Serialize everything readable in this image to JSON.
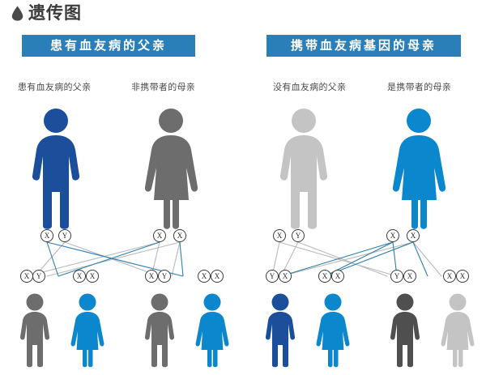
{
  "page": {
    "title": "遗传图",
    "drop_icon": "blood-drop-icon",
    "title_color": "#3b3b3b"
  },
  "colors": {
    "badge_blue": "#2a7fb8",
    "dark_blue": "#1b4f9c",
    "bright_blue": "#0b87ce",
    "mid_gray": "#6d6d6d",
    "dark_gray": "#4f4f4f",
    "light_gray": "#c4c4c4",
    "line_blue": "#2d7fae",
    "line_gray": "#b9b9b9",
    "circle_stroke": "#3a3a3a"
  },
  "panels": [
    {
      "id": "affected-father",
      "badge": "患有血友病的父亲",
      "parents": [
        {
          "id": "father",
          "caption": "患有血友病的父亲",
          "sex": "male",
          "color": "#1b4f9c",
          "status": "affected",
          "gametes": [
            {
              "label": "X",
              "type": "affected"
            },
            {
              "label": "Y",
              "type": "normal"
            }
          ]
        },
        {
          "id": "mother",
          "caption": "非携带者的母亲",
          "sex": "female",
          "color": "#6d6d6d",
          "status": "normal",
          "gametes": [
            {
              "label": "X",
              "type": "normal"
            },
            {
              "label": "X",
              "type": "normal"
            }
          ]
        }
      ],
      "children": [
        {
          "id": "child-1",
          "sex": "male",
          "color": "#6d6d6d",
          "status": "normal",
          "genotype": [
            "X",
            "Y"
          ]
        },
        {
          "id": "child-2",
          "sex": "female",
          "color": "#0b87ce",
          "status": "carrier",
          "genotype": [
            "X",
            "X"
          ]
        },
        {
          "id": "child-3",
          "sex": "male",
          "color": "#6d6d6d",
          "status": "normal",
          "genotype": [
            "X",
            "Y"
          ]
        },
        {
          "id": "child-4",
          "sex": "female",
          "color": "#0b87ce",
          "status": "carrier",
          "genotype": [
            "X",
            "X"
          ]
        }
      ]
    },
    {
      "id": "carrier-mother",
      "badge": "携带血友病基因的母亲",
      "parents": [
        {
          "id": "father",
          "caption": "没有血友病的父亲",
          "sex": "male",
          "color": "#c4c4c4",
          "status": "normal",
          "gametes": [
            {
              "label": "X",
              "type": "normal"
            },
            {
              "label": "Y",
              "type": "normal"
            }
          ]
        },
        {
          "id": "mother",
          "caption": "是携带者的母亲",
          "sex": "female",
          "color": "#0b87ce",
          "status": "carrier",
          "gametes": [
            {
              "label": "X",
              "type": "affected"
            },
            {
              "label": "X",
              "type": "normal"
            }
          ]
        }
      ],
      "children": [
        {
          "id": "child-1",
          "sex": "male",
          "color": "#1b4f9c",
          "status": "affected",
          "genotype": [
            "Y",
            "X"
          ]
        },
        {
          "id": "child-2",
          "sex": "female",
          "color": "#0b87ce",
          "status": "carrier",
          "genotype": [
            "X",
            "X"
          ]
        },
        {
          "id": "child-3",
          "sex": "male",
          "color": "#4f4f4f",
          "status": "normal",
          "genotype": [
            "Y",
            "X"
          ]
        },
        {
          "id": "child-4",
          "sex": "female",
          "color": "#c4c4c4",
          "status": "normal",
          "genotype": [
            "X",
            "X"
          ]
        }
      ]
    }
  ]
}
